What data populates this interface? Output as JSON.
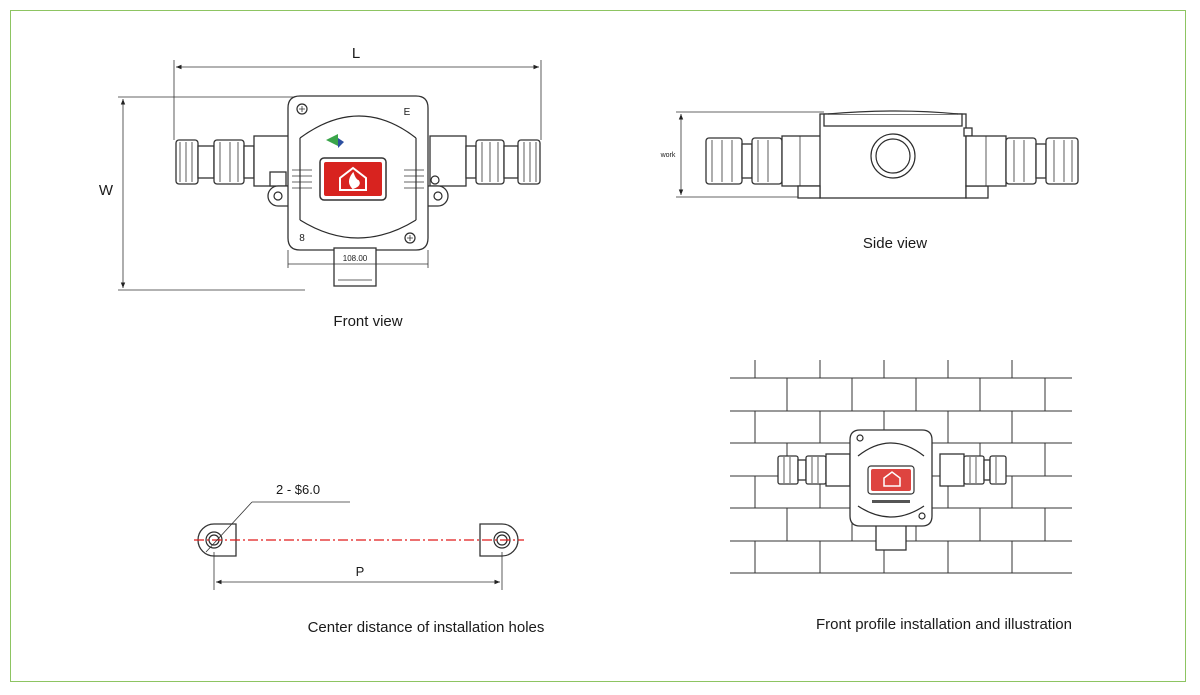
{
  "captions": {
    "front_view": "Front view",
    "side_view": "Side view",
    "holes": "Center distance of installation holes",
    "installation": "Front profile installation and illustration"
  },
  "dimensions": {
    "length": "L",
    "width": "W",
    "bottom_width": "108.00",
    "side_height": "work",
    "hole_spec": "2 - $6.0",
    "hole_distance": "P",
    "front_marker_top": "E",
    "front_marker_bottom": "8"
  },
  "colors": {
    "border": "#8dc462",
    "red_window": "#d8231f",
    "center_line": "#e01b1b",
    "logo_green": "#3aa54a",
    "logo_blue": "#2c4fa0"
  },
  "icons": {
    "window_symbol": "fire-house-icon",
    "brand_logo": "brand-logo-icon"
  }
}
